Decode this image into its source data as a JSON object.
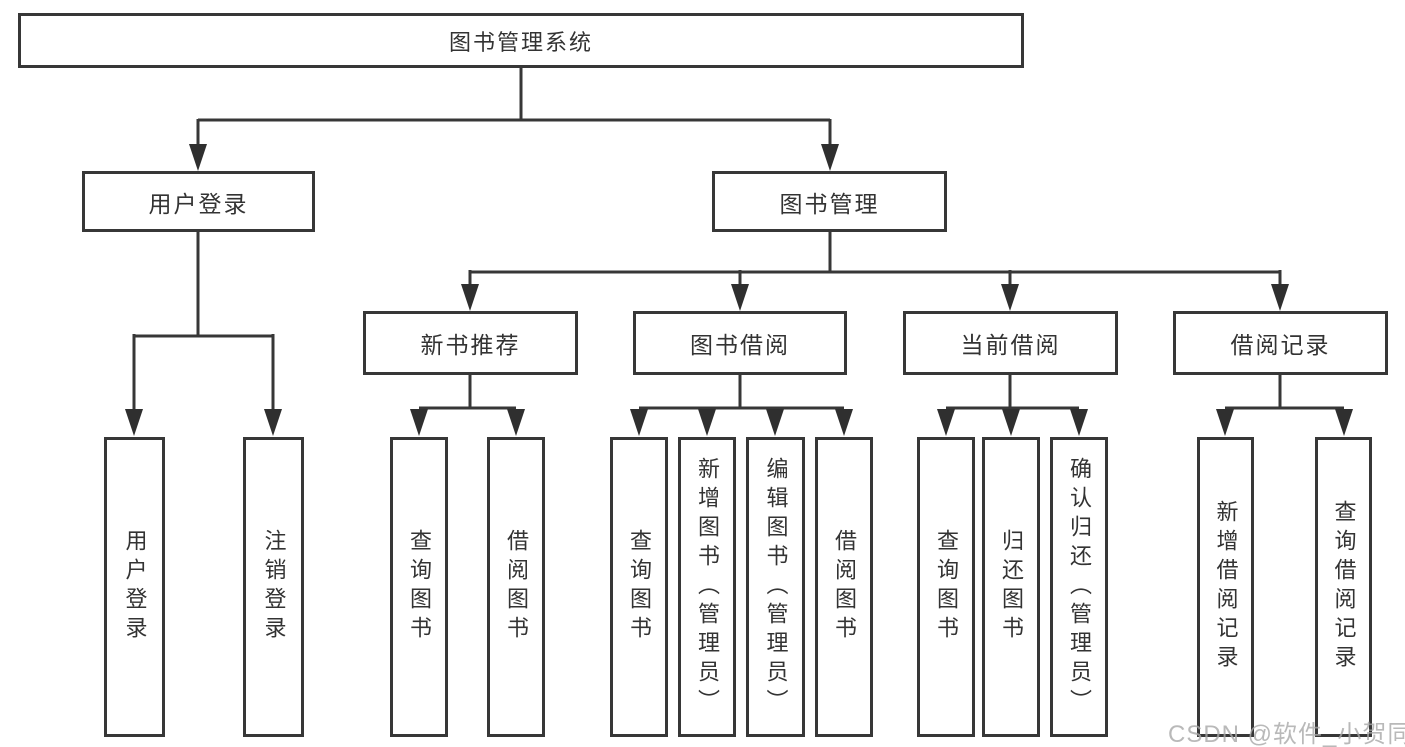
{
  "diagram_title": "图书管理系统",
  "tree": {
    "label": "图书管理系统",
    "children": [
      {
        "label": "用户登录",
        "children": [
          {
            "label": "用户登录"
          },
          {
            "label": "注销登录"
          }
        ]
      },
      {
        "label": "图书管理",
        "children": [
          {
            "label": "新书推荐",
            "children": [
              {
                "label": "查询图书"
              },
              {
                "label": "借阅图书"
              }
            ]
          },
          {
            "label": "图书借阅",
            "children": [
              {
                "label": "查询图书"
              },
              {
                "label": "新增图书（管理员）"
              },
              {
                "label": "编辑图书（管理员）"
              },
              {
                "label": "借阅图书"
              }
            ]
          },
          {
            "label": "当前借阅",
            "children": [
              {
                "label": "查询图书"
              },
              {
                "label": "归还图书"
              },
              {
                "label": "确认归还（管理员）"
              }
            ]
          },
          {
            "label": "借阅记录",
            "children": [
              {
                "label": "新增借阅记录"
              },
              {
                "label": "查询借阅记录"
              }
            ]
          }
        ]
      }
    ]
  },
  "watermark": "CSDN @软件_小贺同学",
  "colors": {
    "line": "#373737",
    "text": "#333333",
    "box_background": "#ffffff",
    "watermark": "#a8a8a8"
  }
}
